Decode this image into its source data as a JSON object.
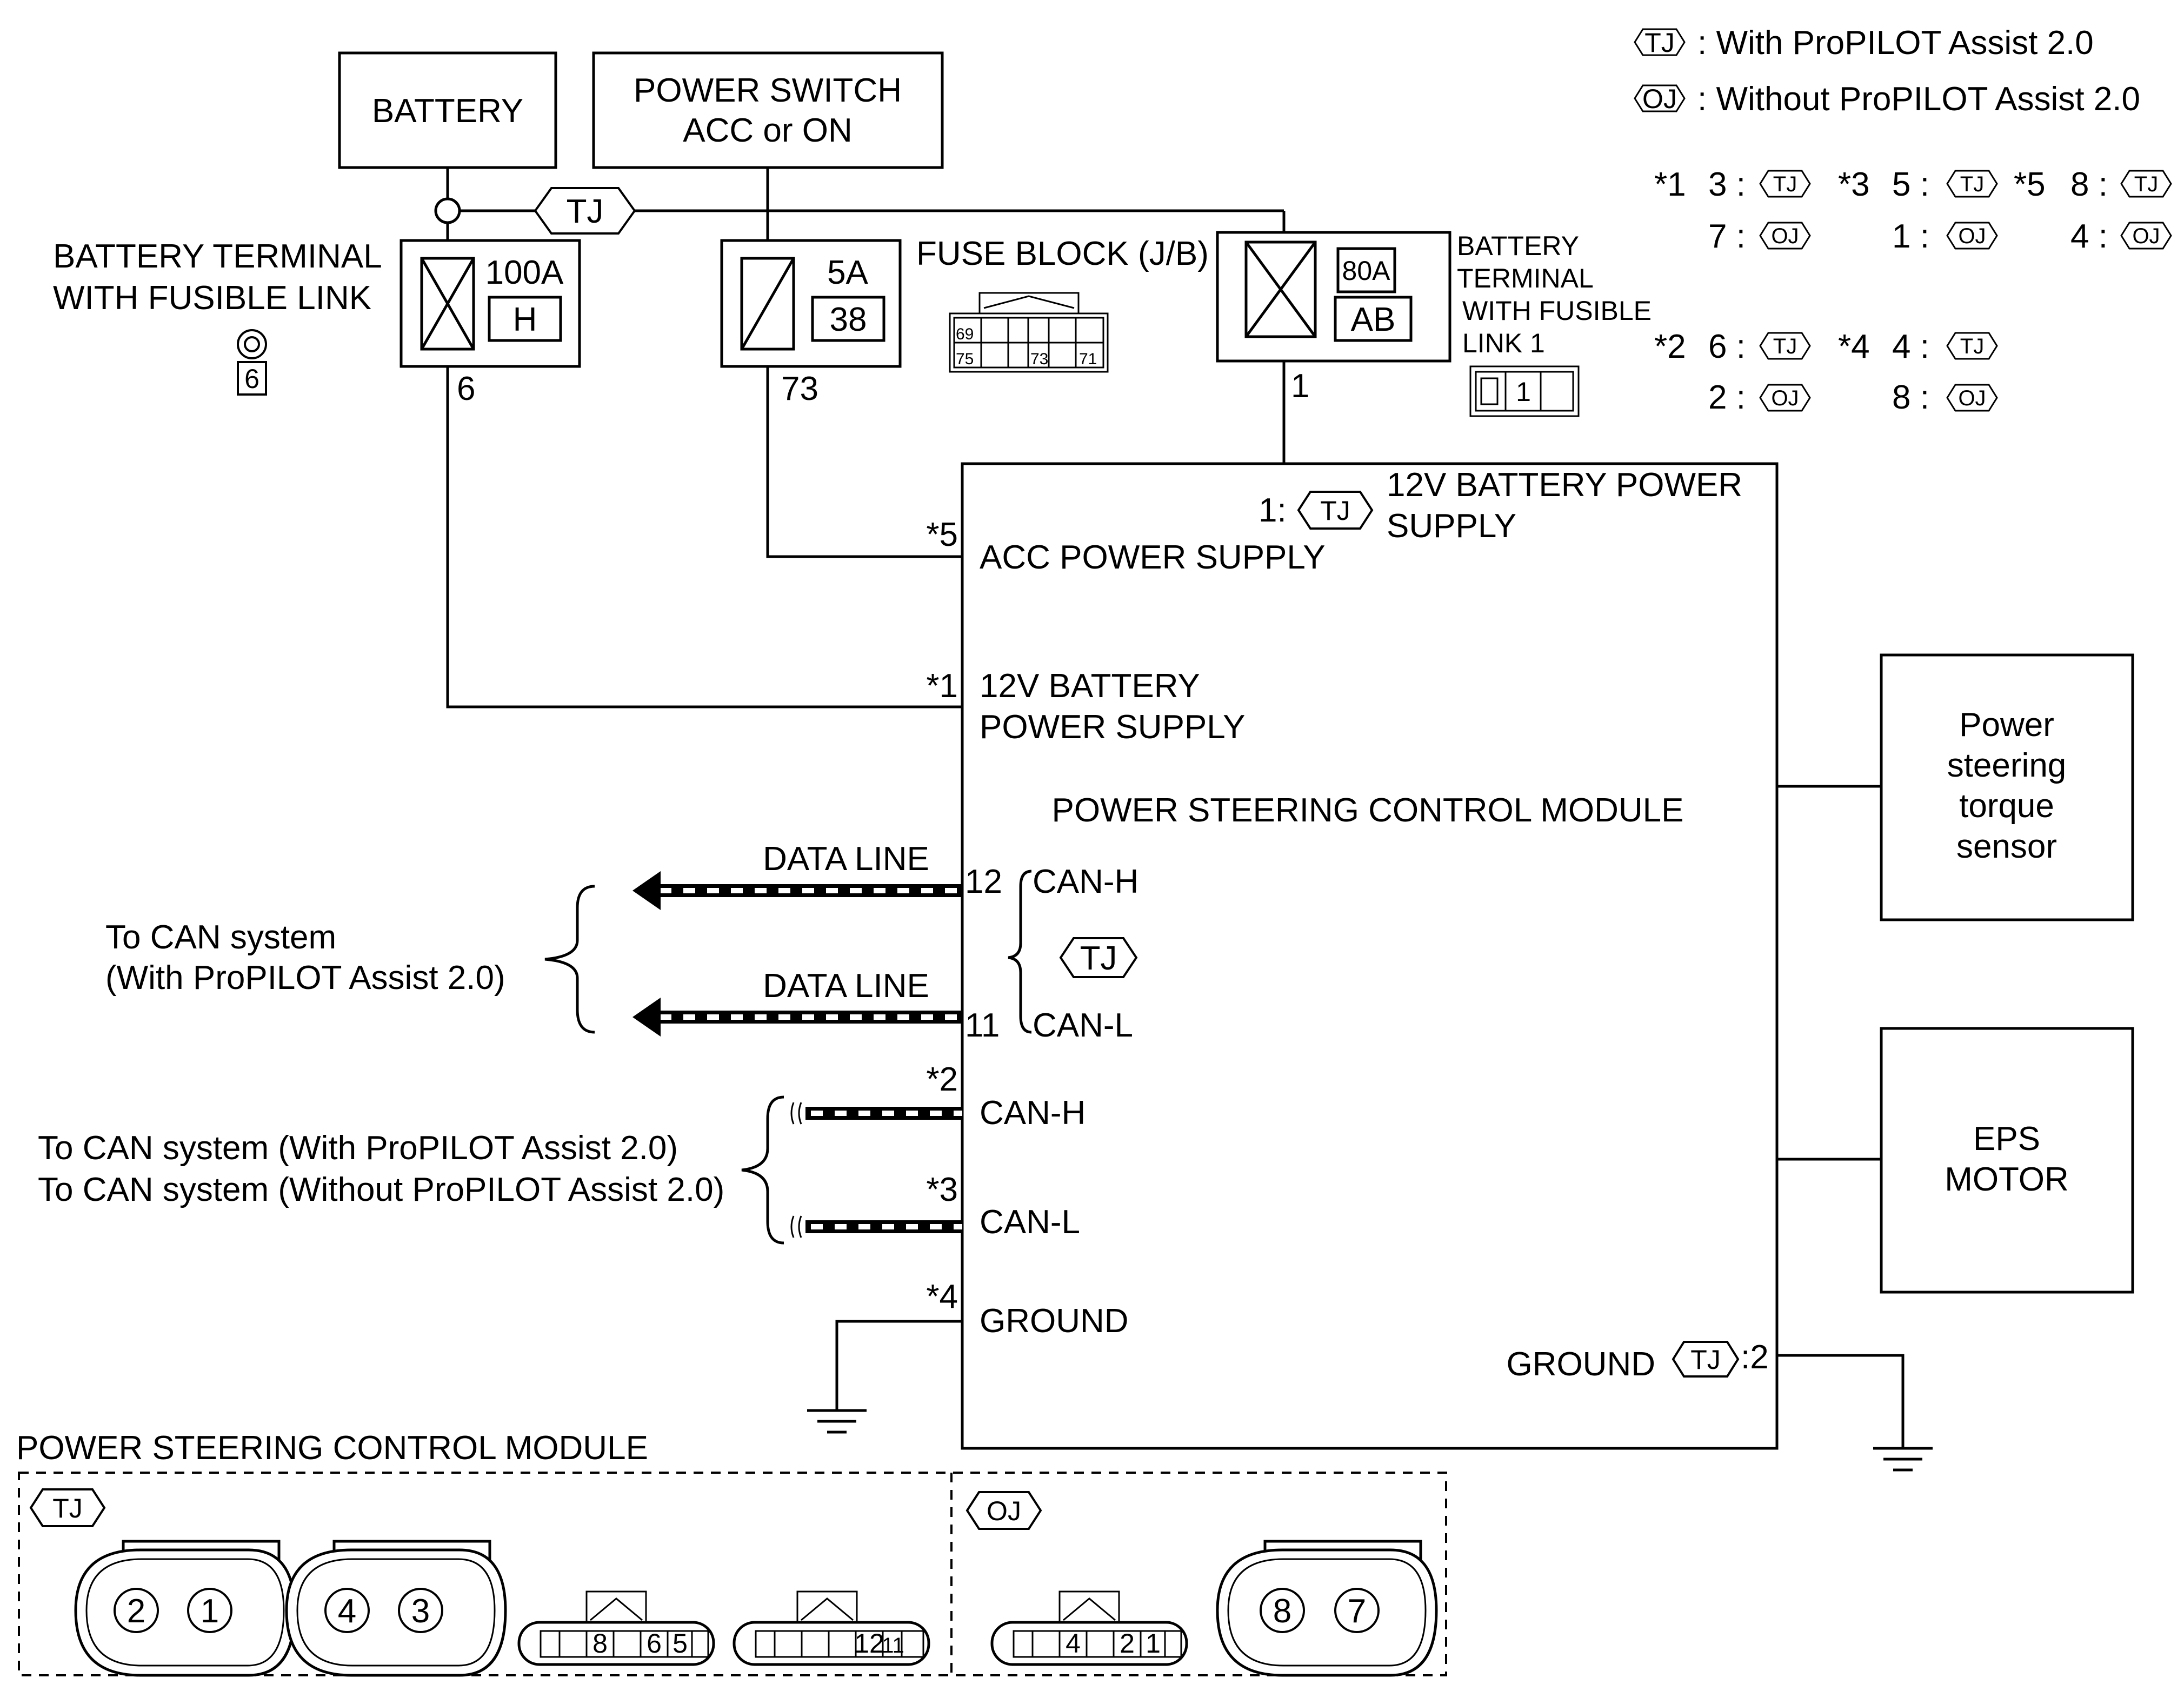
{
  "legend": {
    "tj_code": "TJ",
    "oj_code": "OJ",
    "tj_text": ": With ProPILOT Assist 2.0",
    "oj_text": ": Without ProPILOT Assist 2.0"
  },
  "notes": [
    {
      "mark": "*1",
      "tj": "3 :",
      "oj": "7 :"
    },
    {
      "mark": "*2",
      "tj": "6 :",
      "oj": "2 :"
    },
    {
      "mark": "*3",
      "tj": "5 :",
      "oj": "1 :"
    },
    {
      "mark": "*4",
      "tj": "4 :",
      "oj": "8 :"
    },
    {
      "mark": "*5",
      "tj": "8 :",
      "oj": "4 :"
    }
  ],
  "battery": {
    "label": "BATTERY"
  },
  "power_switch": {
    "line1": "POWER SWITCH",
    "line2": "ACC or ON"
  },
  "fusible_link_main": {
    "title_line1": "BATTERY TERMINAL",
    "title_line2": "WITH FUSIBLE LINK",
    "rating": "100A",
    "code": "H",
    "terminal": "6",
    "connector": "6"
  },
  "fuse": {
    "rating": "5A",
    "code": "38",
    "terminal": "73"
  },
  "fuse_block": {
    "title": "FUSE BLOCK (J/B)",
    "pins": [
      "69",
      "75",
      "73",
      "71"
    ]
  },
  "fusible_link_1": {
    "title_line1": "BATTERY",
    "title_line2": "TERMINAL",
    "title_line3": "WITH FUSIBLE",
    "title_line4": "LINK 1",
    "rating": "80A",
    "code": "AB",
    "terminal": "1",
    "connector_pin": "1"
  },
  "module": {
    "title": "POWER STEERING CONTROL MODULE",
    "pin_batt_tj_prefix": "1:",
    "batt_tj_line1": "12V BATTERY POWER",
    "batt_tj_line2": "SUPPLY",
    "acc_mark": "*5",
    "acc_label": "ACC POWER SUPPLY",
    "batt_mark": "*1",
    "batt_line1": "12V BATTERY",
    "batt_line2": "POWER SUPPLY",
    "canh_pin": "12",
    "canh_label": "CAN-H",
    "canl_pin": "11",
    "canl_label": "CAN-L",
    "canh2_mark": "*2",
    "canh2_label": "CAN-H",
    "canl2_mark": "*3",
    "canl2_label": "CAN-L",
    "gnd_mark": "*4",
    "gnd_label": "GROUND",
    "gnd2_label": "GROUND",
    "gnd2_pin": ":2"
  },
  "data_line_label": "DATA LINE",
  "can_tj": {
    "line1": "To CAN system",
    "line2": "(With ProPILOT Assist 2.0)"
  },
  "can_both": {
    "line1": "To CAN system (With ProPILOT Assist 2.0)",
    "line2": "To CAN system (Without ProPILOT Assist 2.0)"
  },
  "torque_sensor": {
    "line1": "Power",
    "line2": "steering",
    "line3": "torque",
    "line4": "sensor"
  },
  "eps_motor": {
    "line1": "EPS",
    "line2": "MOTOR"
  },
  "connectors": {
    "title": "POWER STEERING CONTROL MODULE",
    "tj_round_a": [
      "2",
      "1"
    ],
    "tj_round_b": [
      "4",
      "3"
    ],
    "tj_flat_a": [
      "8",
      "6",
      "5"
    ],
    "tj_flat_b": [
      "12",
      "11"
    ],
    "oj_flat": [
      "4",
      "2",
      "1"
    ],
    "oj_round": [
      "8",
      "7"
    ]
  }
}
